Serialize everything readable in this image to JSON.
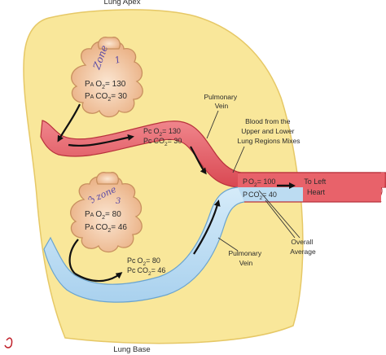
{
  "region_labels": {
    "apex": "Lung Apex",
    "base": "Lung Base"
  },
  "upper_alveolus": {
    "handwritten_note": [
      "Zone",
      "1"
    ],
    "pa_o2": {
      "prefix": "P",
      "sub_a": "A",
      "gas": "O",
      "gas_sub": "2",
      "value": "130"
    },
    "pa_co2": {
      "prefix": "P",
      "sub_a": "A",
      "gas": "CO",
      "gas_sub": "2",
      "value": "30"
    }
  },
  "lower_alveolus": {
    "handwritten_note": [
      "3",
      "zone",
      "3"
    ],
    "pa_o2": {
      "prefix": "P",
      "sub_a": "A",
      "gas": "O",
      "gas_sub": "2",
      "value": "80"
    },
    "pa_co2": {
      "prefix": "P",
      "sub_a": "A",
      "gas": "CO",
      "gas_sub": "2",
      "value": "46"
    }
  },
  "upper_vessel": {
    "pc_o2": {
      "prefix": "Pc",
      "gas": "O",
      "gas_sub": "2",
      "value": "130"
    },
    "pc_co2": {
      "prefix": "Pc",
      "gas": "CO",
      "gas_sub": "2",
      "value": "30"
    },
    "vein_label": [
      "Pulmonary",
      "Vein"
    ]
  },
  "lower_vessel": {
    "pc_o2": {
      "prefix": "Pc",
      "gas": "O",
      "gas_sub": "2",
      "value": "80"
    },
    "pc_co2": {
      "prefix": "Pc",
      "gas": "CO",
      "gas_sub": "2",
      "value": "46"
    },
    "vein_label": [
      "Pulmonary",
      "Vein"
    ]
  },
  "mixing_label": [
    "Blood from the",
    "Upper and Lower",
    "Lung Regions Mixes"
  ],
  "mixed_values": {
    "po2": {
      "prefix": "P",
      "gas": "O",
      "gas_sub": "2",
      "value": "100"
    },
    "pco2": {
      "prefix": "P",
      "gas": "CO",
      "gas_sub": "2",
      "value": "40"
    }
  },
  "destination_label": [
    "To Left",
    "Heart"
  ],
  "overall_label": [
    "Overall",
    "Average"
  ],
  "colors": {
    "lung_fill": "#f9e79a",
    "lung_edge": "#e6c866",
    "alveolus_fill": "#f3c9a4",
    "alveolus_edge": "#c8905f",
    "artery_red": "#e8626a",
    "artery_edge": "#b8323c",
    "vessel_blue": "#bcdcf2",
    "vessel_blue_edge": "#6aa4cf",
    "arrow": "#111111",
    "handwriting": "#5a4aa6",
    "mark_red": "#c0202a"
  }
}
